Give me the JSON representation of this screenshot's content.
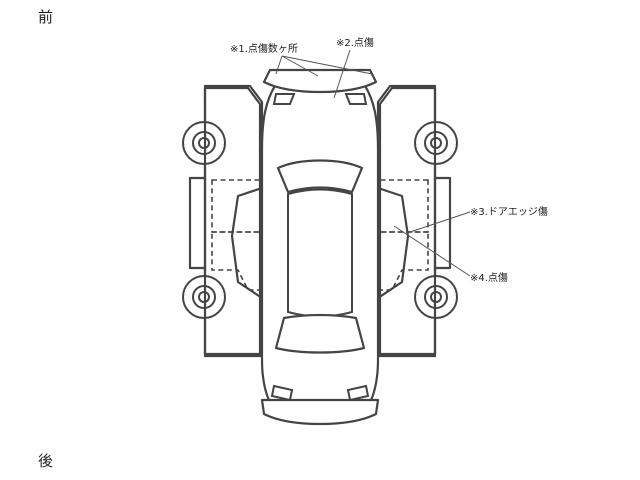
{
  "labels": {
    "front": "前",
    "rear": "後"
  },
  "annotations": [
    {
      "id": "note-1",
      "text": "※1.点傷数ヶ所"
    },
    {
      "id": "note-2",
      "text": "※2.点傷"
    },
    {
      "id": "note-3",
      "text": "※3.ドアエッジ傷"
    },
    {
      "id": "note-4",
      "text": "※4.点傷"
    }
  ]
}
